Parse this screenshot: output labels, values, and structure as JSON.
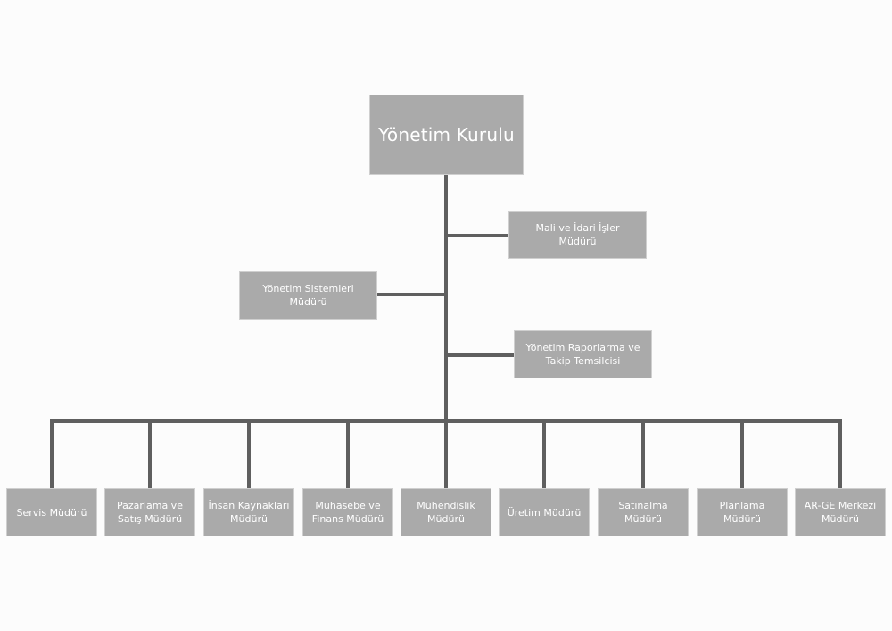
{
  "colors": {
    "box_fill": "#aaaaaa",
    "box_text": "#ffffff",
    "connector": "#5f5f5f",
    "background": "#fcfcfc"
  },
  "root": {
    "label": "Yönetim Kurulu"
  },
  "staff": [
    {
      "id": "mali-idari",
      "label": "Mali ve İdari İşler\nMüdürü"
    },
    {
      "id": "yonetim-sistemleri",
      "label": "Yönetim Sistemleri\nMüdürü"
    },
    {
      "id": "raporlama-takip",
      "label": "Yönetim Raporlarma ve\nTakip Temsilcisi"
    }
  ],
  "departments": [
    {
      "label": "Servis Müdürü"
    },
    {
      "label": "Pazarlama ve\nSatış Müdürü"
    },
    {
      "label": "İnsan Kaynakları\nMüdürü"
    },
    {
      "label": "Muhasebe ve\nFinans Müdürü"
    },
    {
      "label": "Mühendislik\nMüdürü"
    },
    {
      "label": "Üretim Müdürü"
    },
    {
      "label": "Satınalma\nMüdürü"
    },
    {
      "label": "Planlama\nMüdürü"
    },
    {
      "label": "AR-GE Merkezi\nMüdürü"
    }
  ]
}
